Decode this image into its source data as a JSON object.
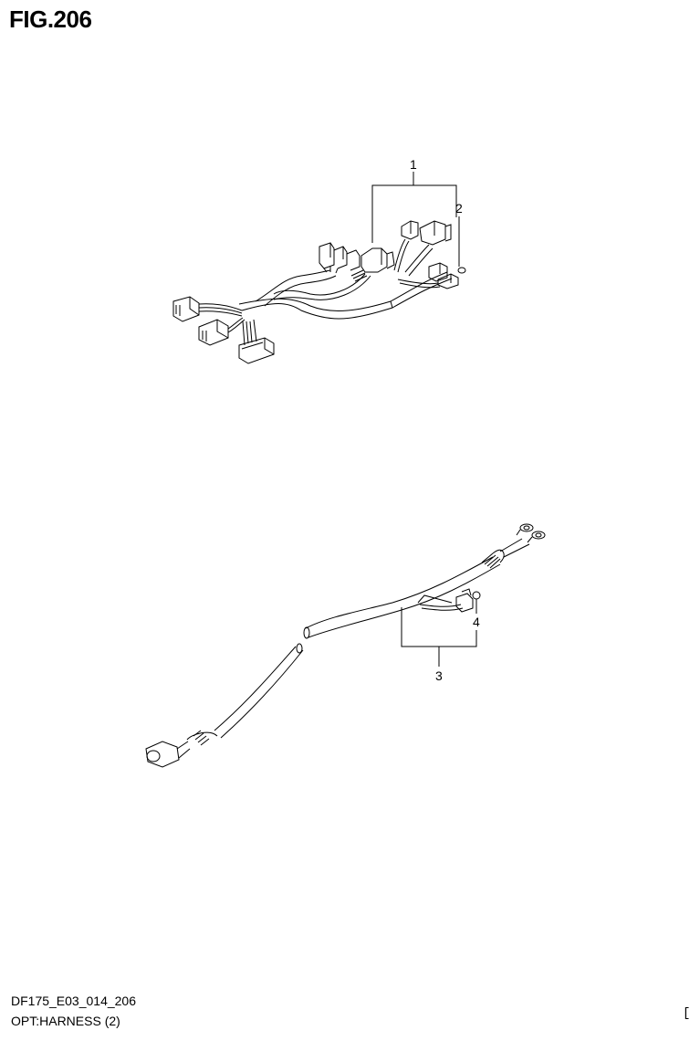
{
  "figure": {
    "title": "FIG.206"
  },
  "parts": [
    {
      "ref": "1",
      "label": "1"
    },
    {
      "ref": "2",
      "label": "2"
    },
    {
      "ref": "3",
      "label": "3"
    },
    {
      "ref": "4",
      "label": "4"
    }
  ],
  "footer": {
    "code": "DF175_E03_014_206",
    "name": "OPT:HARNESS (2)",
    "mark": "["
  }
}
